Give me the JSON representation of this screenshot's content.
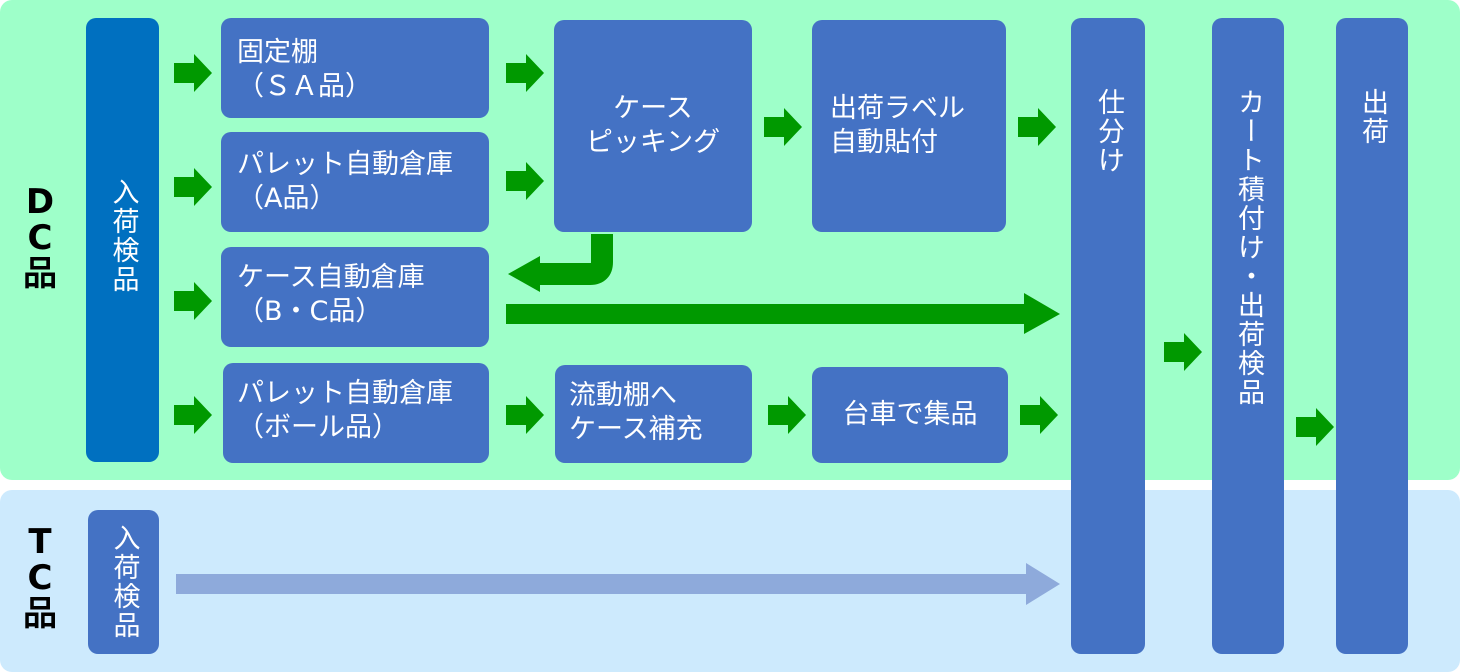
{
  "colors": {
    "dc_band": "#9effc9",
    "tc_band": "#cdeafd",
    "box": "#4472c4",
    "intake_box": "#0070c0",
    "arrow_green": "#009900",
    "arrow_blue": "#8eaadb"
  },
  "sections": {
    "dc": {
      "label_chars": [
        "D",
        "C",
        "品"
      ]
    },
    "tc": {
      "label_chars": [
        "T",
        "C",
        "品"
      ]
    }
  },
  "boxes": {
    "dc_intake": "入荷検品",
    "tc_intake": "入荷検品",
    "fixed_shelf": "固定棚\n（ＳＡ品）",
    "pallet_as_a": "パレット自動倉庫\n（A品）",
    "case_as": "ケース自動倉庫\n（B・C品）",
    "pallet_as_ball": "パレット自動倉庫\n（ボール品）",
    "case_picking": "ケース\nピッキング",
    "label_apply": "出荷ラベル\n自動貼付",
    "flow_rack": "流動棚へ\nケース補充",
    "cart_collect": "台車で集品",
    "sorting": "仕分け",
    "cart_load": "カート積付け・出荷検品",
    "shipping": "出荷"
  }
}
